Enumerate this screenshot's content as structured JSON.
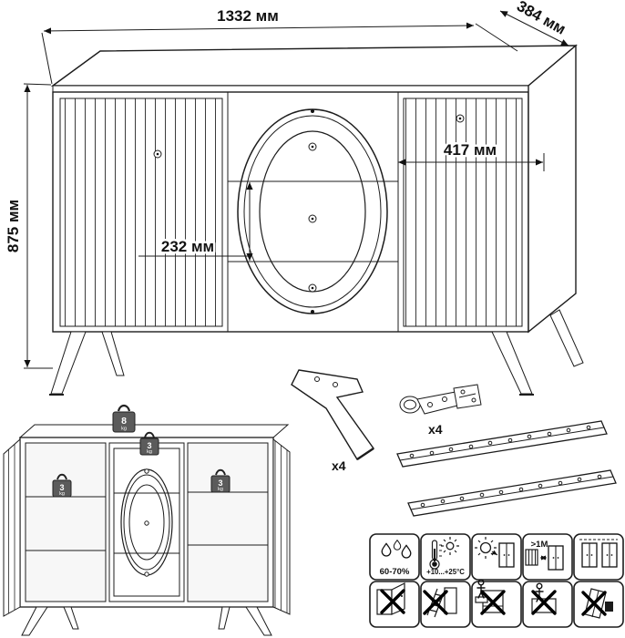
{
  "dimensions": {
    "width": "1332 мм",
    "depth": "384 мм",
    "height": "875 мм",
    "inner_width": "417 мм",
    "drawer_height": "232 мм"
  },
  "parts": {
    "leg": {
      "qty": "x4"
    },
    "hinge": {
      "qty": "x4"
    }
  },
  "load_limits": {
    "unit": "kg",
    "top": "8",
    "center": "3",
    "left": "3",
    "right": "3"
  },
  "care": {
    "humidity": "60-70%",
    "temperature": "+10...+25°C",
    "min_distance": ">1M",
    "icon_names": [
      "humidity",
      "temperature",
      "keep-from-sunlight",
      "keep-from-heat-source",
      "install-level-pair",
      "no-hanging-on-door",
      "no-ladder-lean",
      "no-standing-on-drawer",
      "no-sitting-on-top",
      "no-tilting"
    ]
  },
  "colors": {
    "line": "#1c1c1c",
    "background": "#ffffff",
    "weight_fill": "#5b5b5b"
  }
}
